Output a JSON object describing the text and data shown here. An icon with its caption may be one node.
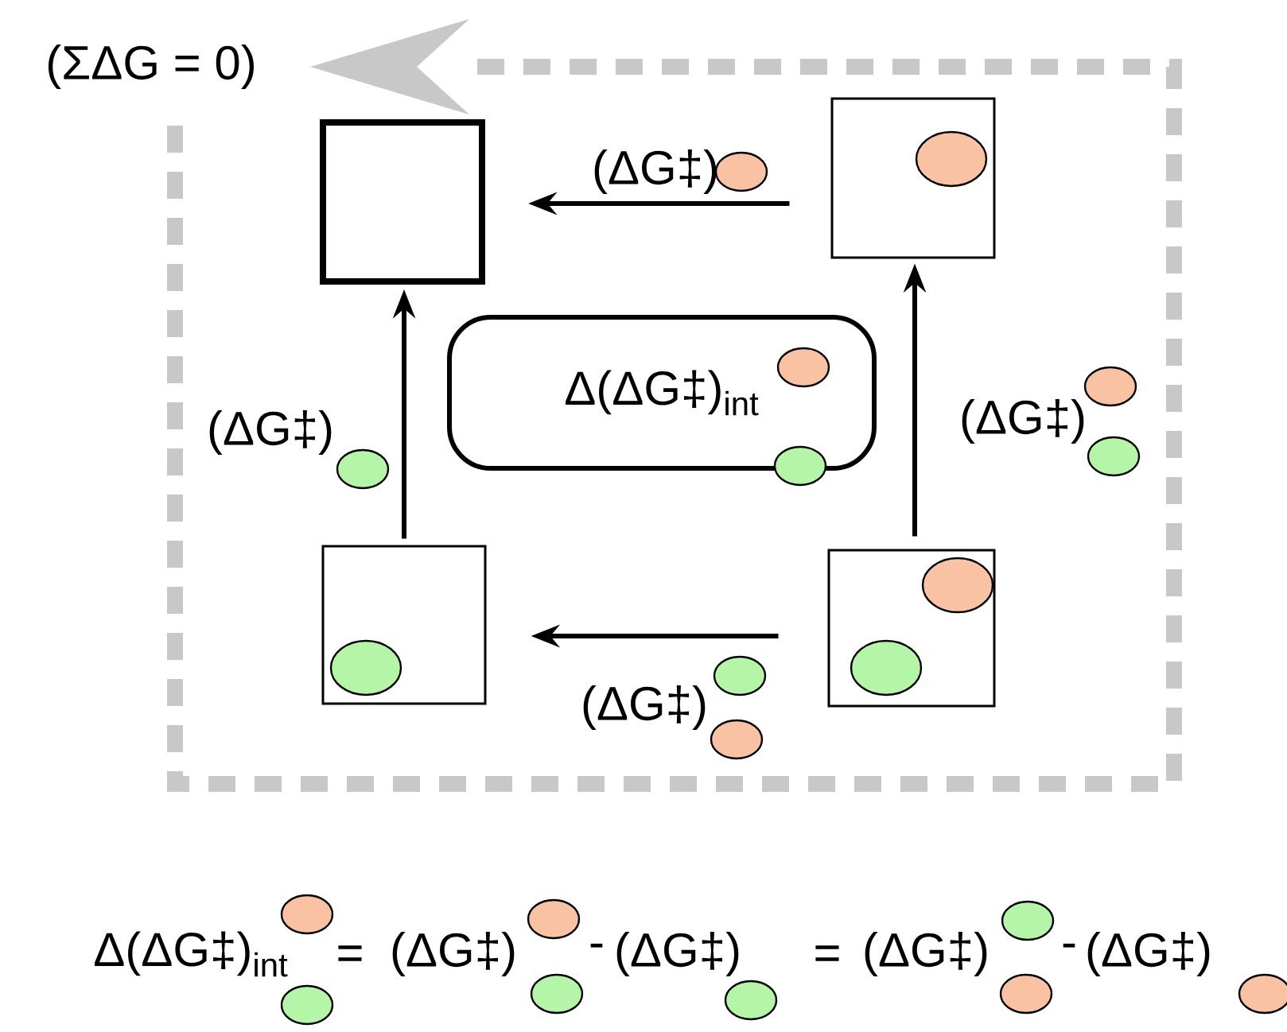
{
  "diagram": {
    "nodes": [
      {
        "text": [],
        "shape": "box"
      },
      {
        "text": [],
        "shape": "box"
      },
      {
        "text": [],
        "shape": "box"
      },
      {
        "text": [],
        "shape": "box"
      },
      {
        "text": [
          "Δ(ΔG‡)$_{int}$"
        ]
      }
    ],
    "edges": [
      {
        "from": 1,
        "to": 0,
        "arrow": "to",
        "label": "(ΔG‡)"
      },
      {
        "from": 2,
        "to": 0,
        "arrow": "to",
        "label": "(ΔG‡)"
      },
      {
        "from": 3,
        "to": 1,
        "arrow": "to",
        "label": "(ΔG‡)"
      },
      {
        "from": 3,
        "to": 2,
        "arrow": "to",
        "label": "(ΔG‡)"
      }
    ],
    "labels": [
      "(ΣΔG = 0)",
      "Δ(ΔG‡)$_{int}$",
      "=",
      "(ΔG‡)",
      "-",
      "(ΔG‡)",
      "=",
      "(ΔG‡)",
      "-",
      "(ΔG‡)"
    ]
  }
}
